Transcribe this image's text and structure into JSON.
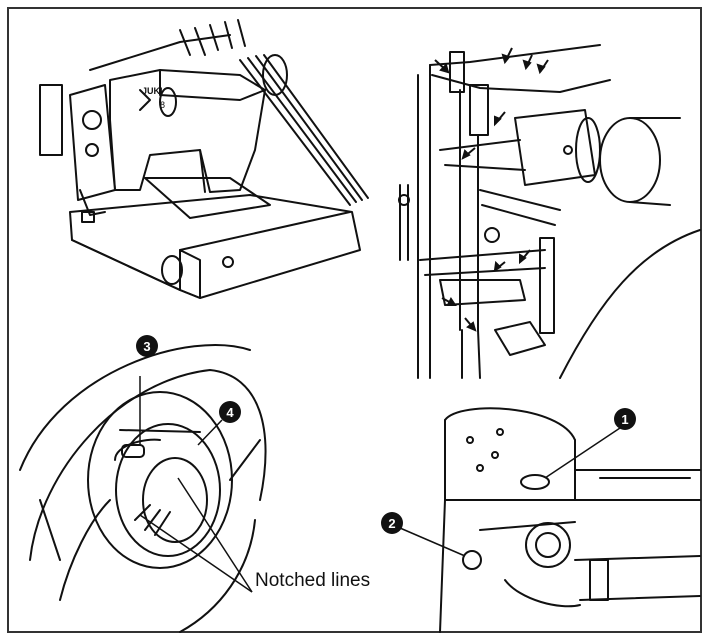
{
  "callouts": {
    "one": "1",
    "two": "2",
    "three": "3",
    "four": "4"
  },
  "labels": {
    "notched_lines": "Notched lines",
    "machine_brand": "JUKI",
    "machine_model": "8"
  },
  "colors": {
    "ink": "#111111",
    "paper": "#ffffff",
    "frame": "#333333"
  }
}
